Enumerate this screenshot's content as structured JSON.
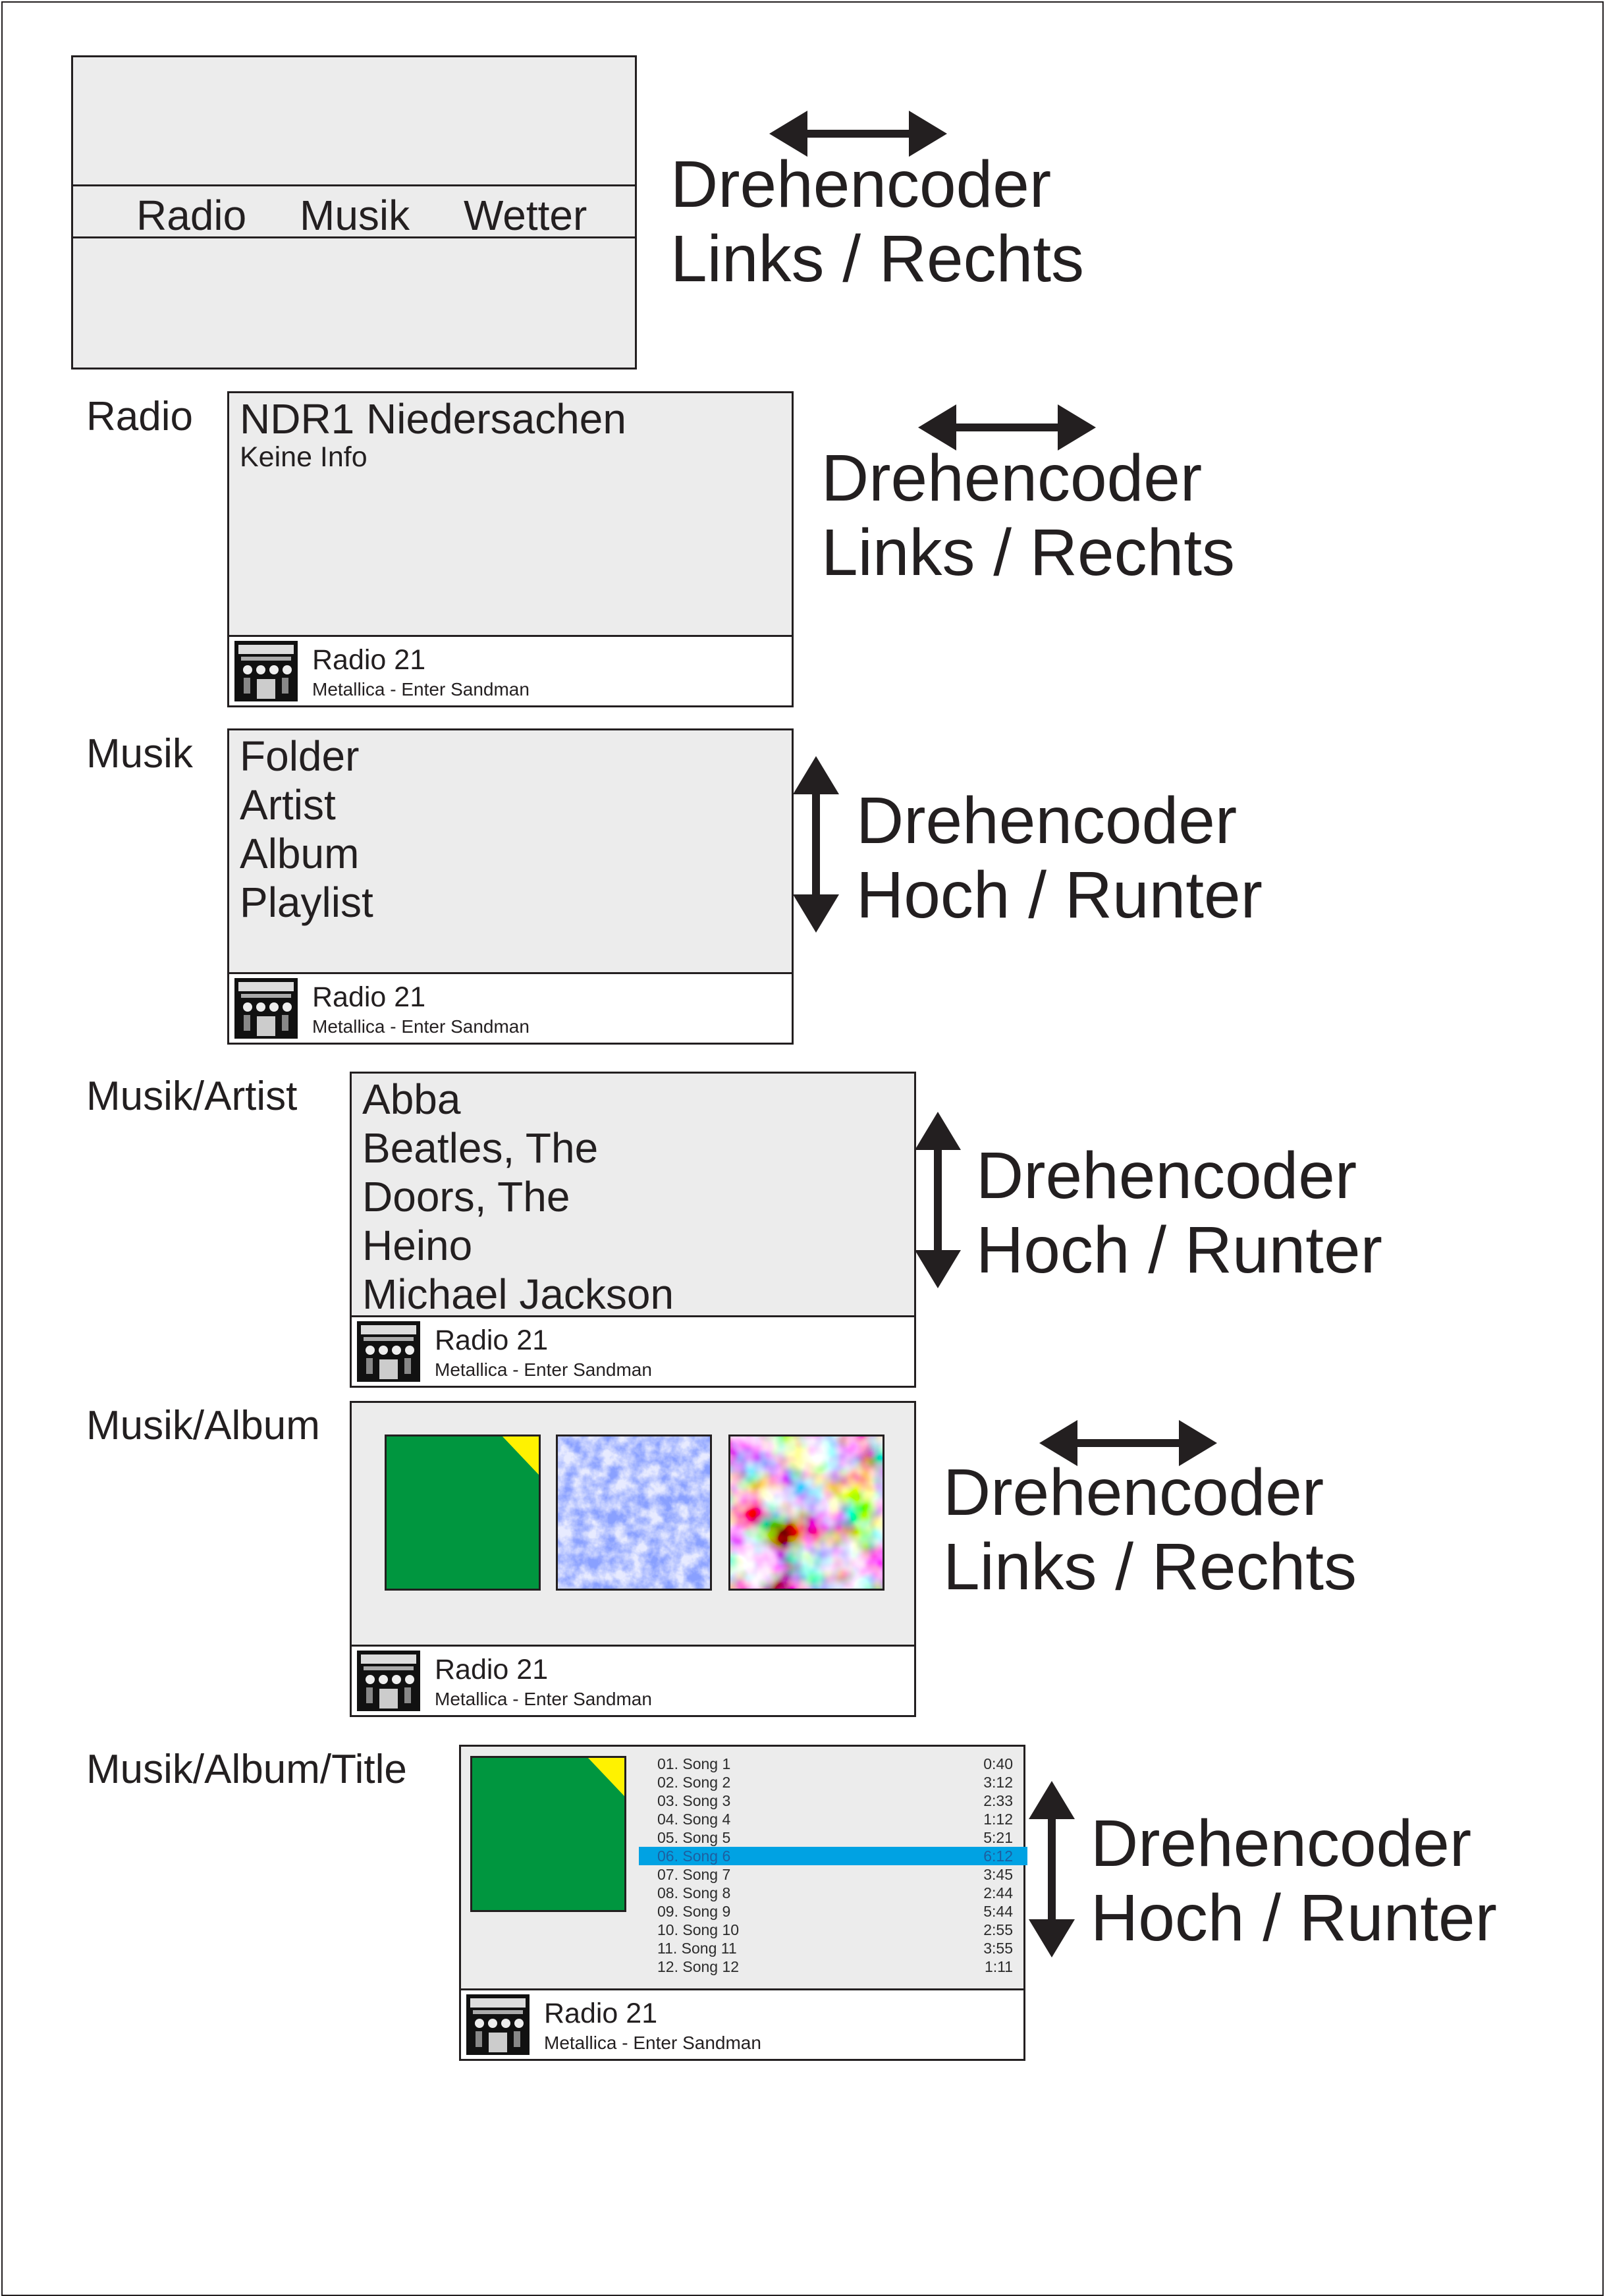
{
  "main_menu": {
    "items": [
      "Radio",
      "Musik",
      "Wetter"
    ]
  },
  "encoder": {
    "title": "Drehencoder",
    "left_right": "Links / Rechts",
    "up_down": "Hoch / Runter"
  },
  "player_bar": {
    "station": "Radio 21",
    "track": "Metallica - Enter Sandman",
    "cover_icon": "metallica-cover-art"
  },
  "radio": {
    "label": "Radio",
    "station": "NDR1 Niedersachen",
    "info": "Keine Info"
  },
  "musik": {
    "label": "Musik",
    "items": [
      "Folder",
      "Artist",
      "Album",
      "Playlist"
    ]
  },
  "musik_artist": {
    "label": "Musik/Artist",
    "items": [
      "Abba",
      "Beatles, The",
      "Doors, The",
      "Heino",
      "Michael Jackson"
    ]
  },
  "musik_album": {
    "label": "Musik/Album",
    "covers": [
      "green-cover",
      "blue-cloud-cover",
      "rainbow-cloud-cover"
    ]
  },
  "musik_album_title": {
    "label": "Musik/Album/Title",
    "selected_index": 5,
    "tracks": [
      {
        "name": "01. Song 1",
        "time": "0:40"
      },
      {
        "name": "02. Song 2",
        "time": "3:12"
      },
      {
        "name": "03. Song 3",
        "time": "2:33"
      },
      {
        "name": "04. Song 4",
        "time": "1:12"
      },
      {
        "name": "05. Song 5",
        "time": "5:21"
      },
      {
        "name": "06. Song 6",
        "time": "6:12"
      },
      {
        "name": "07. Song 7",
        "time": "3:45"
      },
      {
        "name": "08. Song 8",
        "time": "2:44"
      },
      {
        "name": "09. Song 9",
        "time": "5:44"
      },
      {
        "name": "10. Song 10",
        "time": "2:55"
      },
      {
        "name": "11. Song 11",
        "time": "3:55"
      },
      {
        "name": "12. Song 12",
        "time": "1:11"
      }
    ]
  },
  "colors": {
    "screen_bg": "#ececec",
    "outline": "#231f20",
    "selection": "#00a2e3",
    "green_cover": "#00963f",
    "yellow_corner": "#fff200"
  }
}
